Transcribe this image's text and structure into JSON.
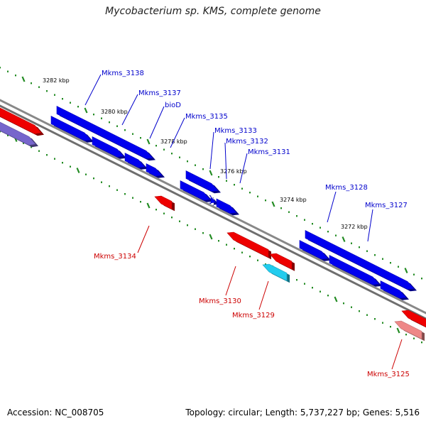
{
  "title": "Mycobacterium sp. KMS, complete genome",
  "footer": {
    "accession": "Accession: NC_008705",
    "stats": "Topology: circular; Length: 5,737,227 bp; Genes: 5,516"
  },
  "colors": {
    "forward_gene": "#0000ee",
    "reverse_gene": "#ee0000",
    "rna_gene": "#22ccee",
    "pseudo_reverse": "#ee8888",
    "pseudo_forward": "#7766cc",
    "backbone": "#888888",
    "tick": "#228b22"
  },
  "scale_labels": [
    "3282 kbp",
    "3280 kbp",
    "3278 kbp",
    "3276 kbp",
    "3274 kbp",
    "3272 kbp"
  ],
  "genes": [
    {
      "name": "Mkms_3138",
      "strand": "forward"
    },
    {
      "name": "Mkms_3137",
      "strand": "forward"
    },
    {
      "name": "bioD",
      "strand": "forward"
    },
    {
      "name": "Mkms_3135",
      "strand": "forward"
    },
    {
      "name": "Mkms_3133",
      "strand": "forward"
    },
    {
      "name": "Mkms_3132",
      "strand": "forward"
    },
    {
      "name": "Mkms_3131",
      "strand": "forward"
    },
    {
      "name": "Mkms_3128",
      "strand": "forward"
    },
    {
      "name": "Mkms_3127",
      "strand": "forward"
    },
    {
      "name": "Mkms_3134",
      "strand": "reverse"
    },
    {
      "name": "Mkms_3130",
      "strand": "reverse"
    },
    {
      "name": "Mkms_3129",
      "strand": "reverse"
    },
    {
      "name": "Mkms_3125",
      "strand": "reverse"
    }
  ]
}
